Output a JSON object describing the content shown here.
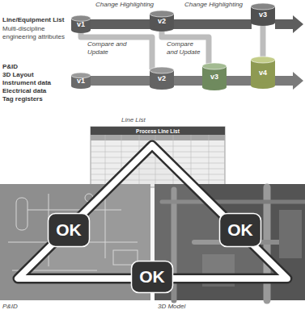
{
  "diagram": {
    "nodes": [
      {
        "text": [
          "v1"
        ]
      },
      {
        "text": [
          "v2"
        ]
      },
      {
        "text": [
          "v3"
        ]
      },
      {
        "text": [
          "v1"
        ]
      },
      {
        "text": [
          "v2"
        ]
      },
      {
        "text": [
          "v3"
        ]
      },
      {
        "text": [
          "v4"
        ]
      },
      {
        "text": [
          "OK"
        ]
      },
      {
        "text": [
          "OK"
        ]
      },
      {
        "text": [
          "OK"
        ]
      }
    ],
    "edges": [
      {
        "from": 0,
        "to": 1,
        "arrow": "none",
        "label": "Change Highlighting"
      },
      {
        "from": 1,
        "to": 2,
        "arrow": "none",
        "label": "Change Highlighting"
      },
      {
        "from": 0,
        "to": 4,
        "arrow": "none",
        "label": "Compare and Update"
      },
      {
        "from": 1,
        "to": 5,
        "arrow": "none",
        "label": "Compare and Update"
      },
      {
        "from": 2,
        "to": 6,
        "arrow": "none"
      },
      {
        "from": 3,
        "to": 4,
        "arrow": "none"
      },
      {
        "from": 4,
        "to": 5,
        "arrow": "none"
      },
      {
        "from": 5,
        "to": 6,
        "arrow": "none"
      }
    ],
    "labels": [
      "Line/Equipment List",
      "Multi-discipline engineering attributes",
      "P&ID",
      "3D Layout",
      "Instrument data",
      "Electrical data",
      "Tag registers",
      "Line List",
      "Process Line List",
      "P&ID",
      "3D Model"
    ]
  }
}
